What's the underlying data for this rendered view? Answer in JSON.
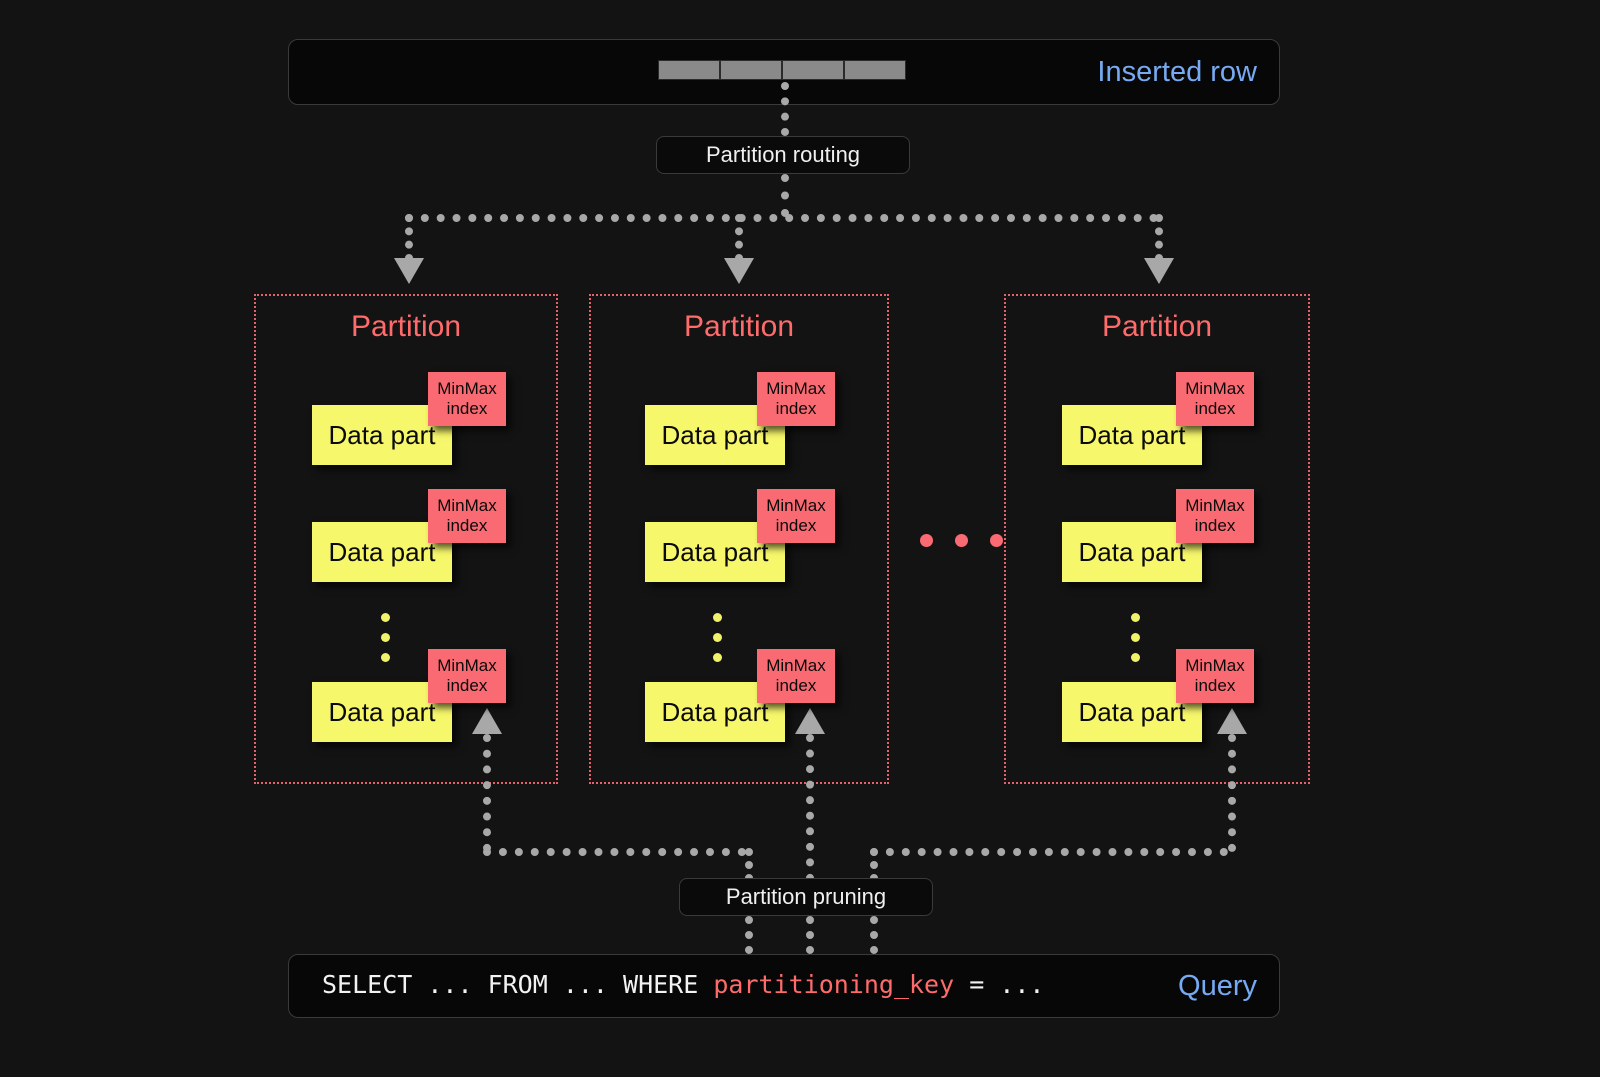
{
  "diagram": {
    "title": "ClickHouse partitioning: insert routing and partition pruning",
    "background": "#131313",
    "accent_blue": "#77aaf2",
    "accent_red": "#ff6b6b",
    "data_part_yellow": "#f7f76b",
    "minmax_pink": "#fa6a72",
    "connector_gray": "#a8a8a8"
  },
  "top": {
    "inserted_row_label": "Inserted row",
    "row_cell_count": 4,
    "routing_label": "Partition routing"
  },
  "partitions": [
    {
      "title": "Partition",
      "parts": [
        {
          "data_part_label": "Data part",
          "minmax_label": "MinMax\nindex"
        },
        {
          "data_part_label": "Data part",
          "minmax_label": "MinMax\nindex"
        },
        {
          "data_part_label": "Data part",
          "minmax_label": "MinMax\nindex"
        }
      ],
      "ellipsis_dots": 3
    },
    {
      "title": "Partition",
      "parts": [
        {
          "data_part_label": "Data part",
          "minmax_label": "MinMax\nindex"
        },
        {
          "data_part_label": "Data part",
          "minmax_label": "MinMax\nindex"
        },
        {
          "data_part_label": "Data part",
          "minmax_label": "MinMax\nindex"
        }
      ],
      "ellipsis_dots": 3
    },
    {
      "title": "Partition",
      "parts": [
        {
          "data_part_label": "Data part",
          "minmax_label": "MinMax\nindex"
        },
        {
          "data_part_label": "Data part",
          "minmax_label": "MinMax\nindex"
        },
        {
          "data_part_label": "Data part",
          "minmax_label": "MinMax\nindex"
        }
      ],
      "ellipsis_dots": 3
    }
  ],
  "partition_ellipsis_dots": 3,
  "bottom": {
    "pruning_label": "Partition pruning",
    "query_label": "Query",
    "query_prefix": "SELECT ... FROM ... WHERE ",
    "query_keyword": "partitioning_key",
    "query_suffix": " = ..."
  }
}
